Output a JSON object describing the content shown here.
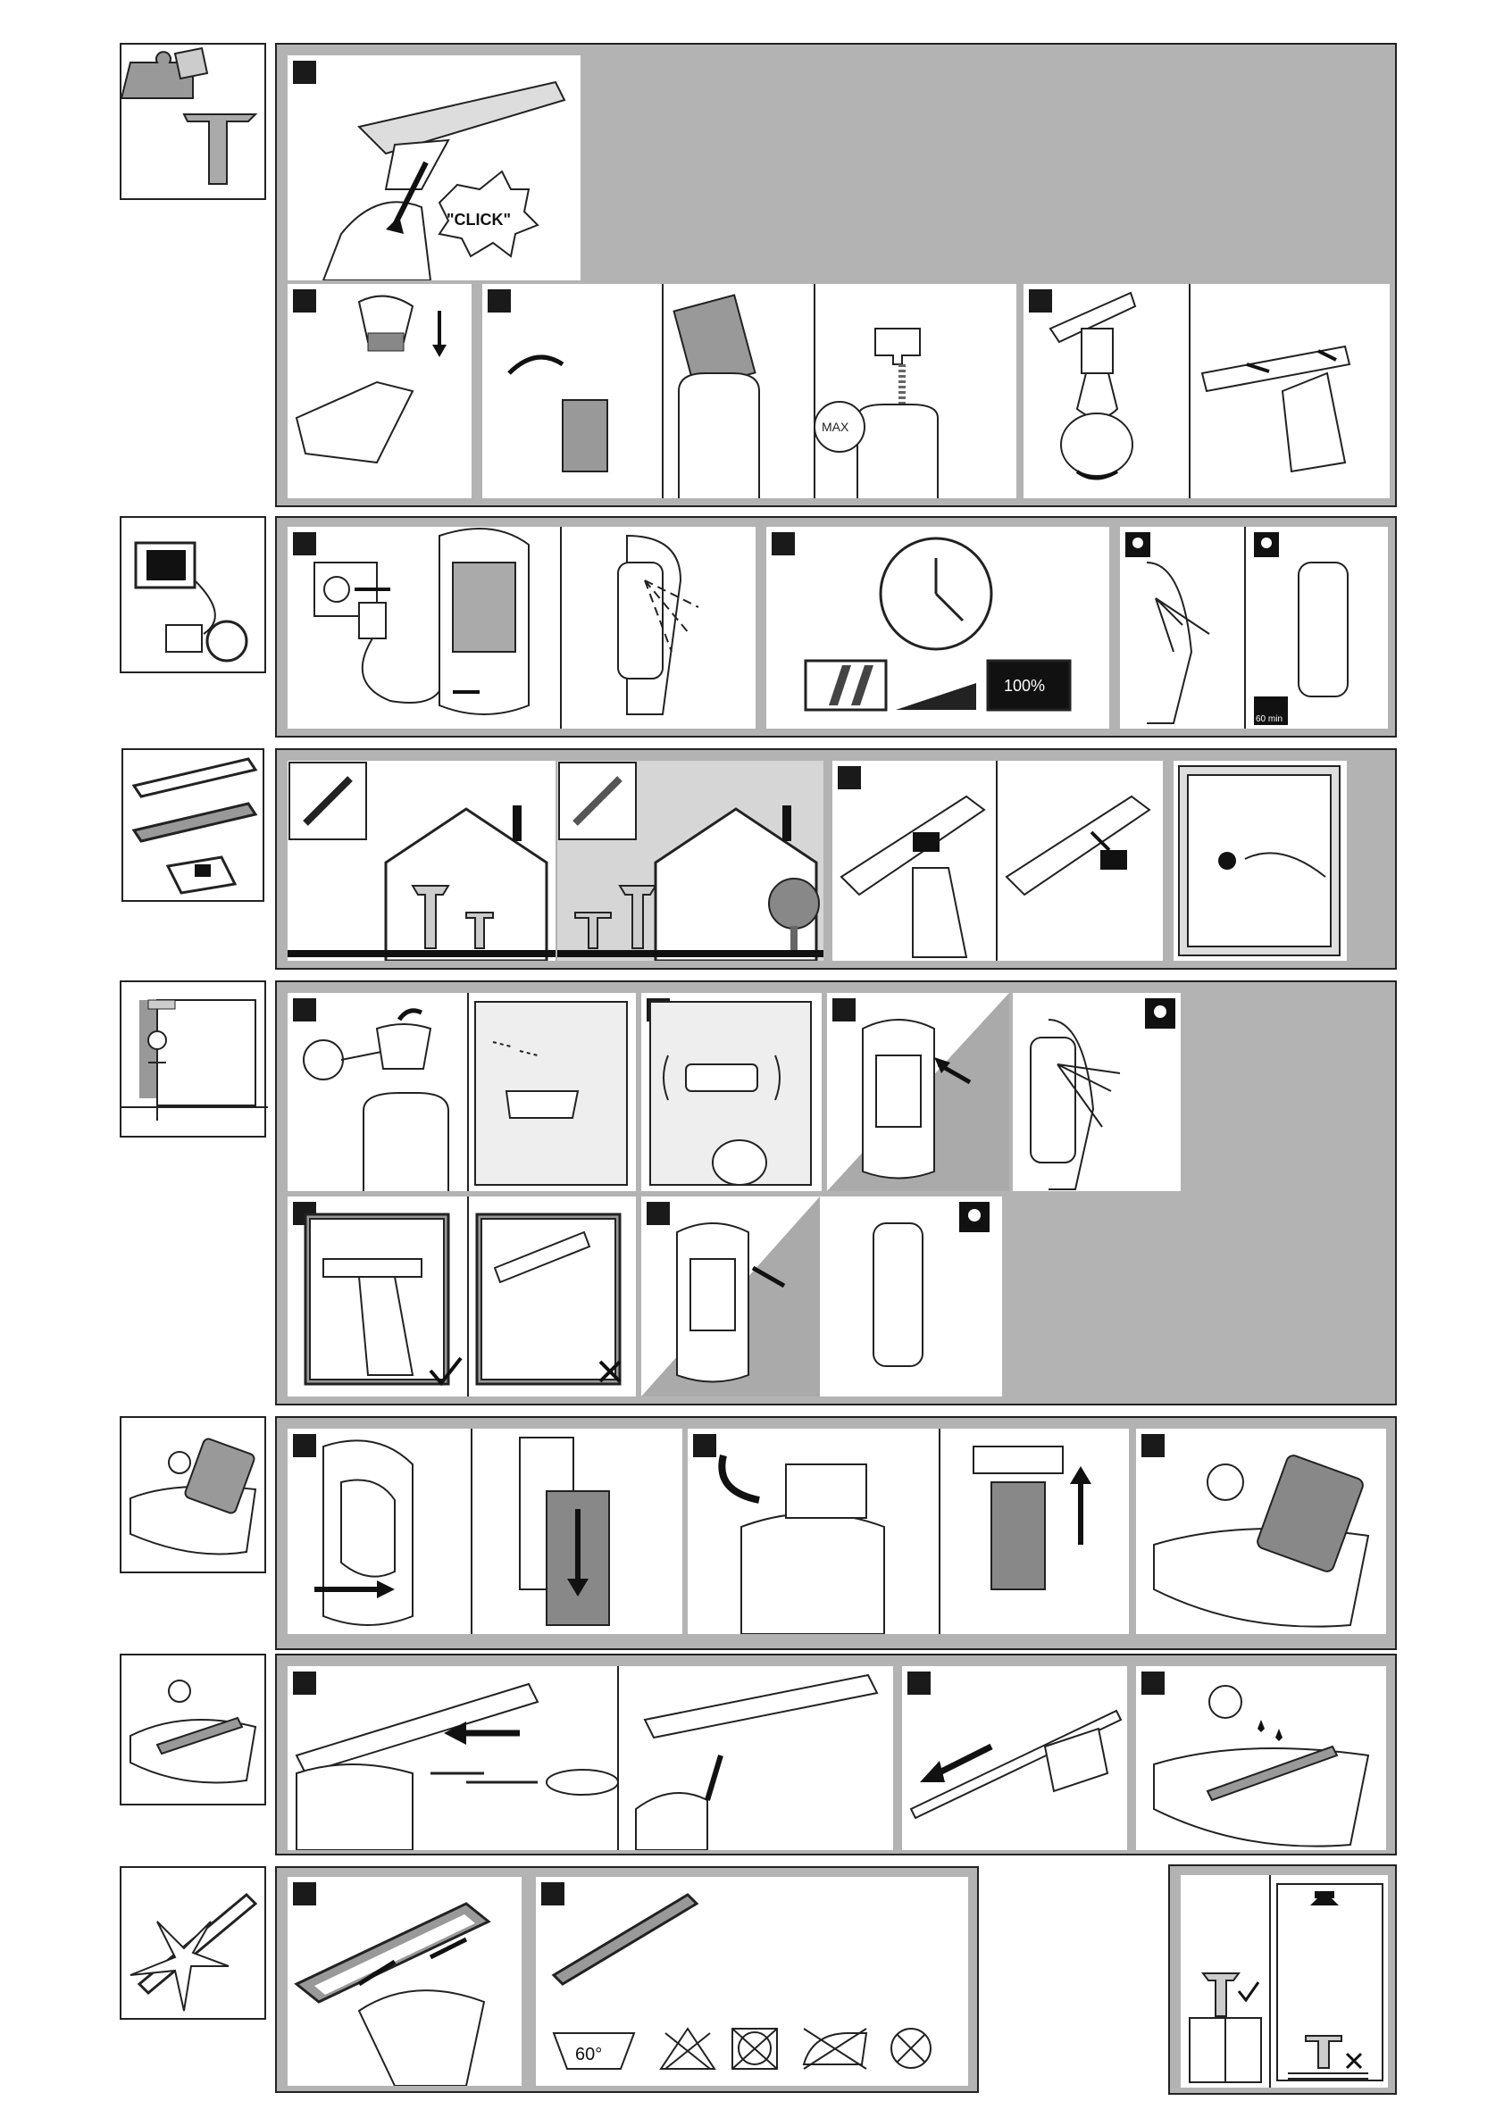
{
  "labels": {
    "click": "\"CLICK\"",
    "max": "MAX",
    "percent": "100%",
    "timer": "60 min",
    "temperature": "60°"
  },
  "icons": [
    "puzzle-icon",
    "charger-icon",
    "cleaning-pads-icon",
    "window-cleaning-icon",
    "tank-cleaning-icon",
    "blade-cleaning-icon",
    "pad-wash-icon",
    "storage-icon",
    "light-on-icon",
    "light-icon"
  ],
  "colors": {
    "panel": "#b3b3b3",
    "number": "#1a1a1a",
    "line": "#222222"
  }
}
